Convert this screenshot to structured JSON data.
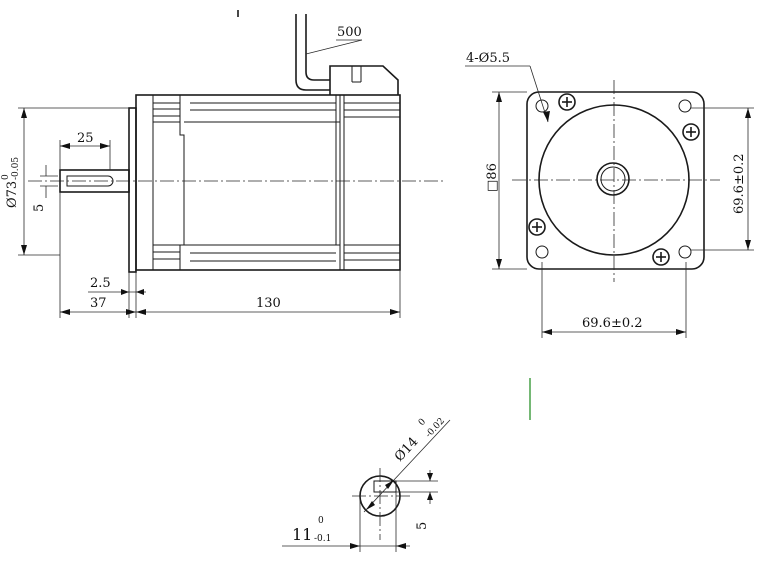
{
  "drawing": {
    "side_view": {
      "cable_length": "500",
      "flange_diameter_main": "Ø73",
      "flange_diameter_tol_upper": "0",
      "flange_diameter_tol_lower": "-0.05",
      "shaft_length": "25",
      "key_width": "5",
      "pilot_depth": "2.5",
      "front_length": "37",
      "body_length": "130"
    },
    "front_view": {
      "mount_holes": "4-Ø5.5",
      "frame_size": "86",
      "frame_symbol": "□",
      "pitch_vertical": "69.6±0.2",
      "pitch_horizontal": "69.6±0.2"
    },
    "shaft_section": {
      "shaft_diameter_main": "Ø14",
      "shaft_diameter_tol_upper": "0",
      "shaft_diameter_tol_lower": "-0.02",
      "key_height_main": "11",
      "key_height_tol_upper": "0",
      "key_height_tol_lower": "-0.1",
      "key_width": "5"
    }
  },
  "colors": {
    "line": "#1a1a1a",
    "accent_green": "#3a9a3a",
    "background": "#ffffff"
  }
}
